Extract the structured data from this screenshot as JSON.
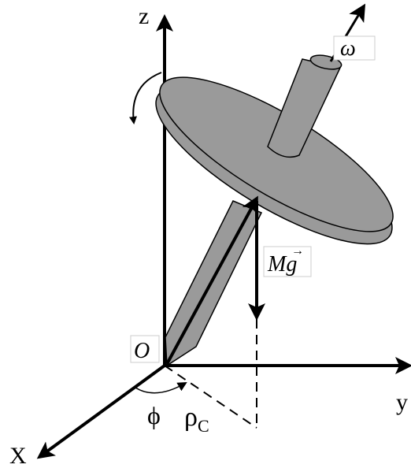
{
  "labels": {
    "z_axis": "z",
    "y_axis": "y",
    "x_axis": "X",
    "omega": "ω",
    "weight_force": "Mg",
    "weight_vector_accent": "→",
    "origin": "O",
    "phi": "ϕ",
    "rho": "ρ",
    "rho_subscript": "C"
  },
  "colors": {
    "top_fill": "#9a9a9a",
    "top_stroke": "#000000",
    "line": "#000000"
  }
}
